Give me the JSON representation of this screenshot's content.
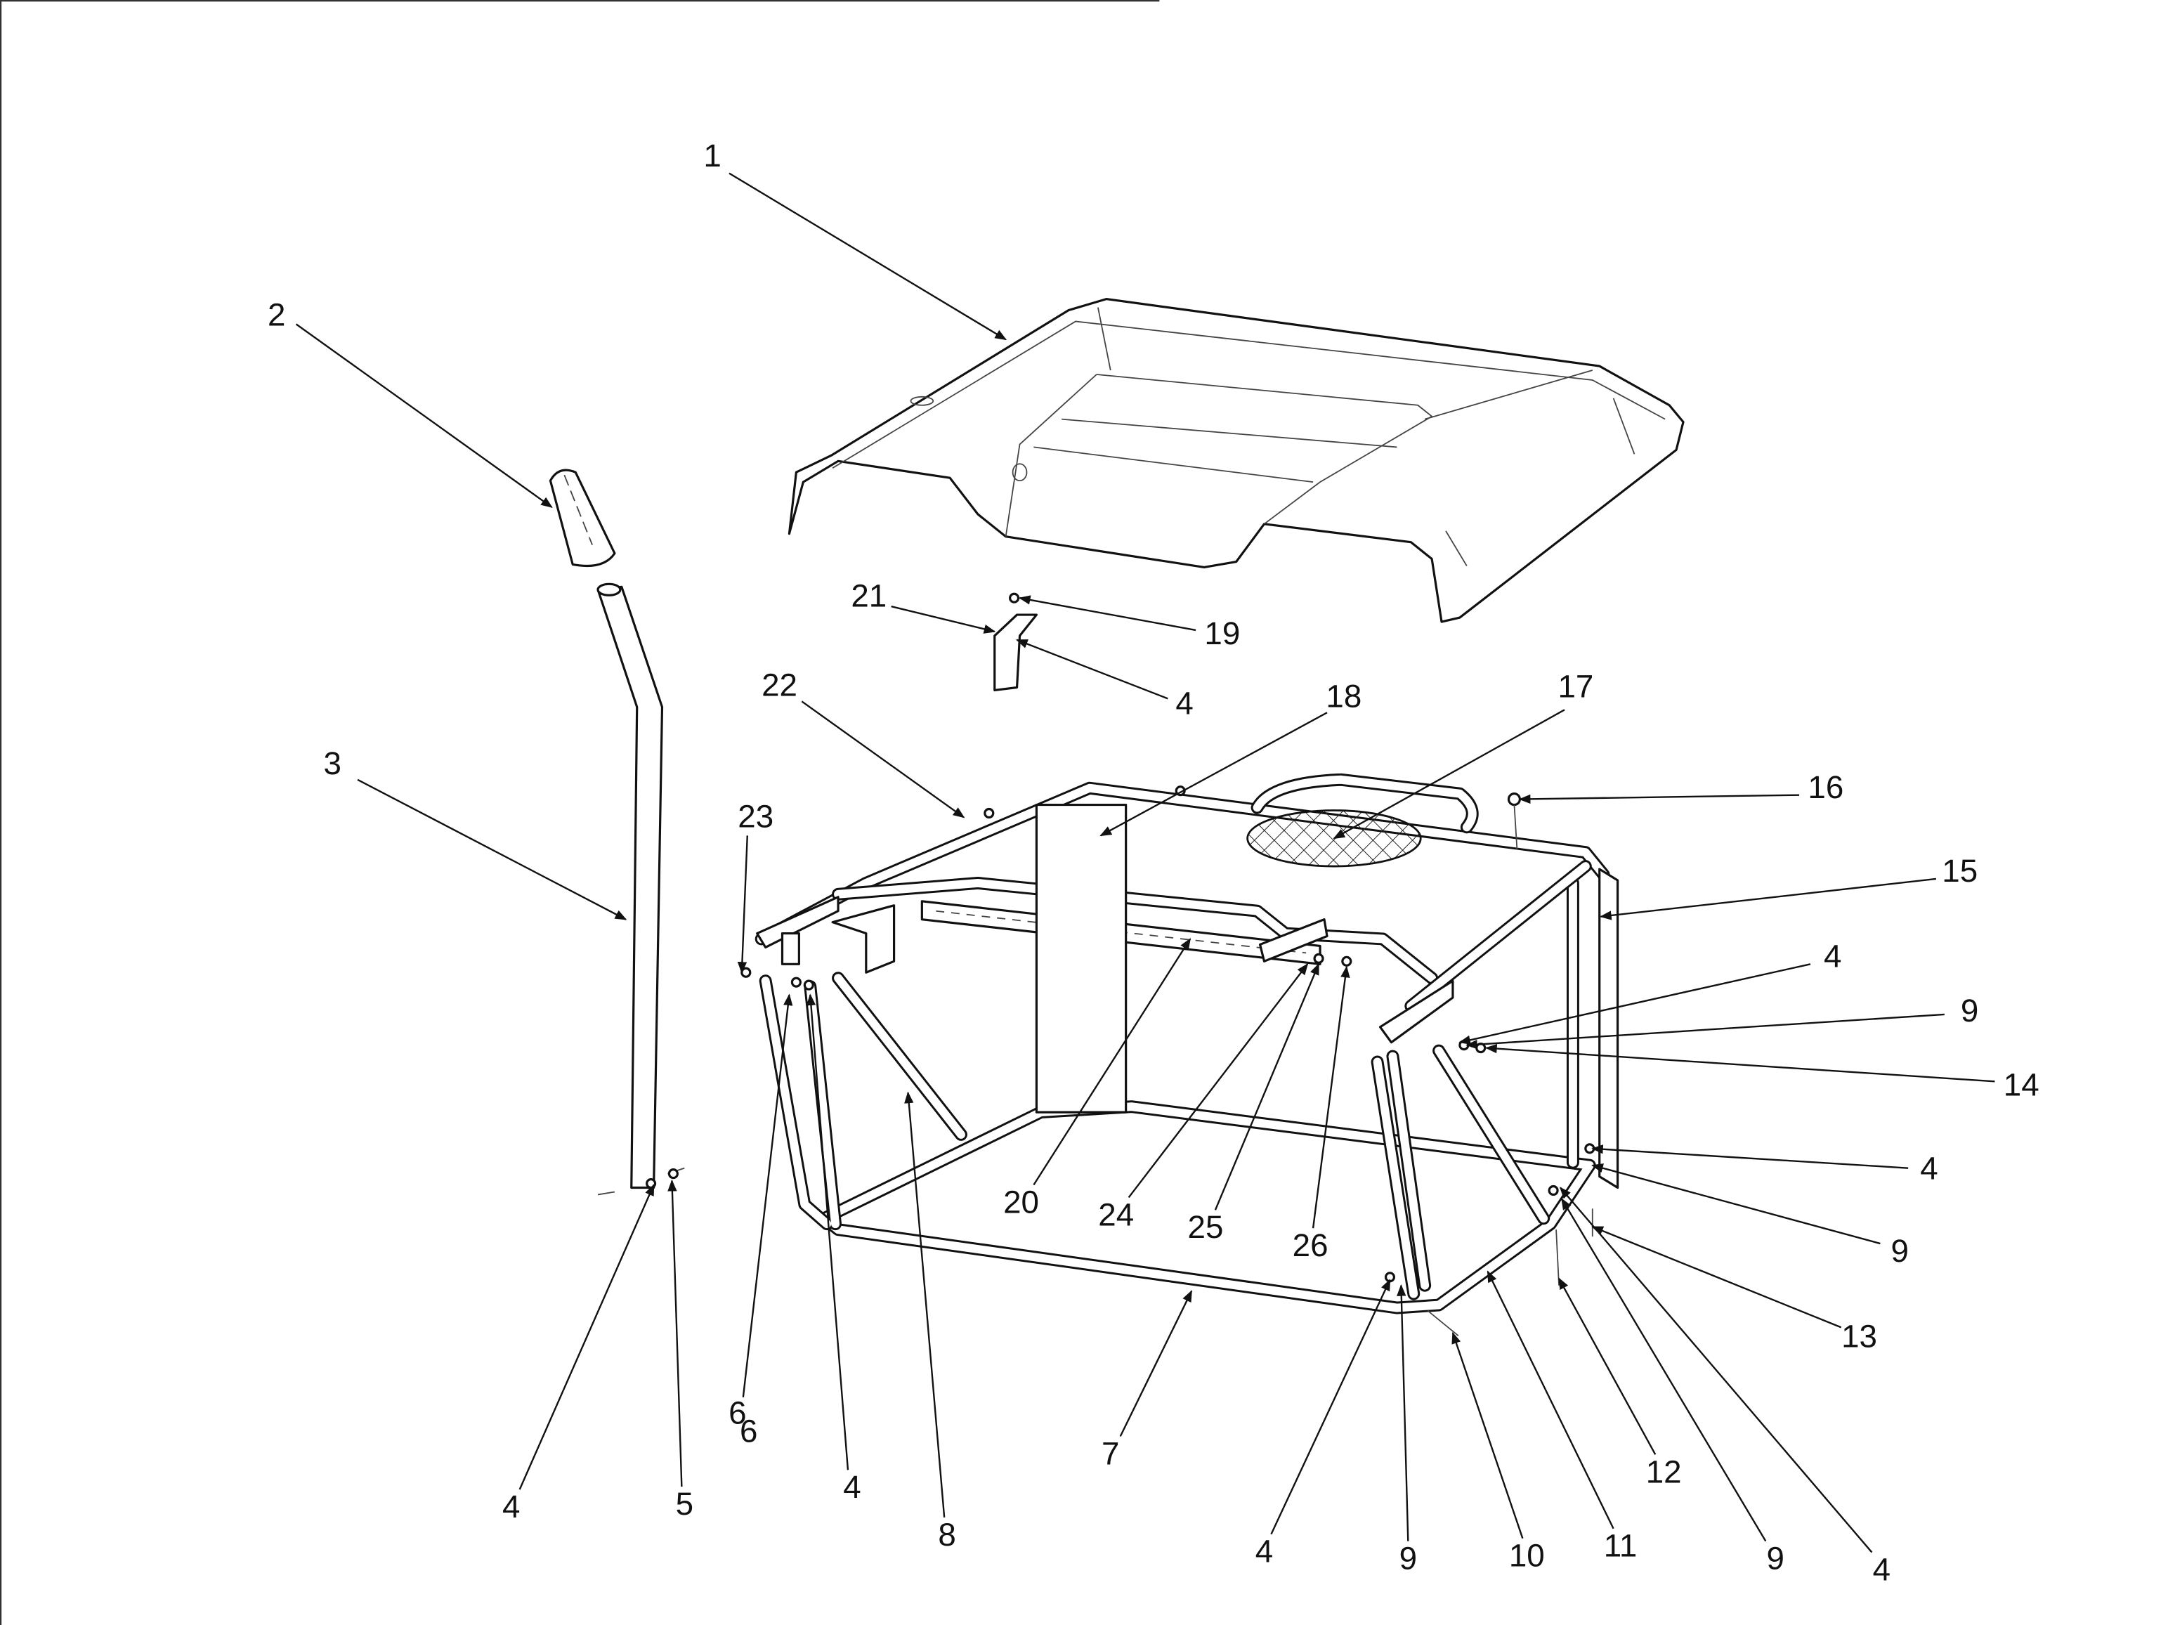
{
  "title": "Canopy frame assembly exploded parts diagram",
  "callouts": [
    "1",
    "2",
    "3",
    "4",
    "5",
    "6",
    "6",
    "4",
    "8",
    "7",
    "20",
    "24",
    "25",
    "26",
    "4",
    "9",
    "10",
    "11",
    "12",
    "9",
    "4",
    "13",
    "9",
    "4",
    "14",
    "9",
    "4",
    "15",
    "16",
    "17",
    "18",
    "4",
    "19",
    "21",
    "22",
    "23"
  ],
  "colors": {
    "line": "#111111",
    "background": "#ffffff"
  }
}
